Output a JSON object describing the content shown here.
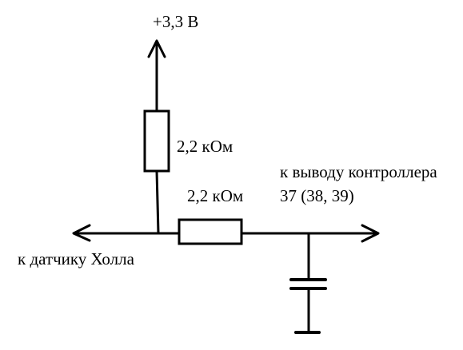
{
  "labels": {
    "supply": "+3,3 В",
    "r1_value": "2,2 кОм",
    "r2_value": "2,2 кОм",
    "controller_line1": "к выводу контроллера",
    "controller_line2": "37 (38, 39)",
    "hall_sensor": "к датчику Холла"
  },
  "colors": {
    "ink": "#000000",
    "background": "#ffffff"
  }
}
